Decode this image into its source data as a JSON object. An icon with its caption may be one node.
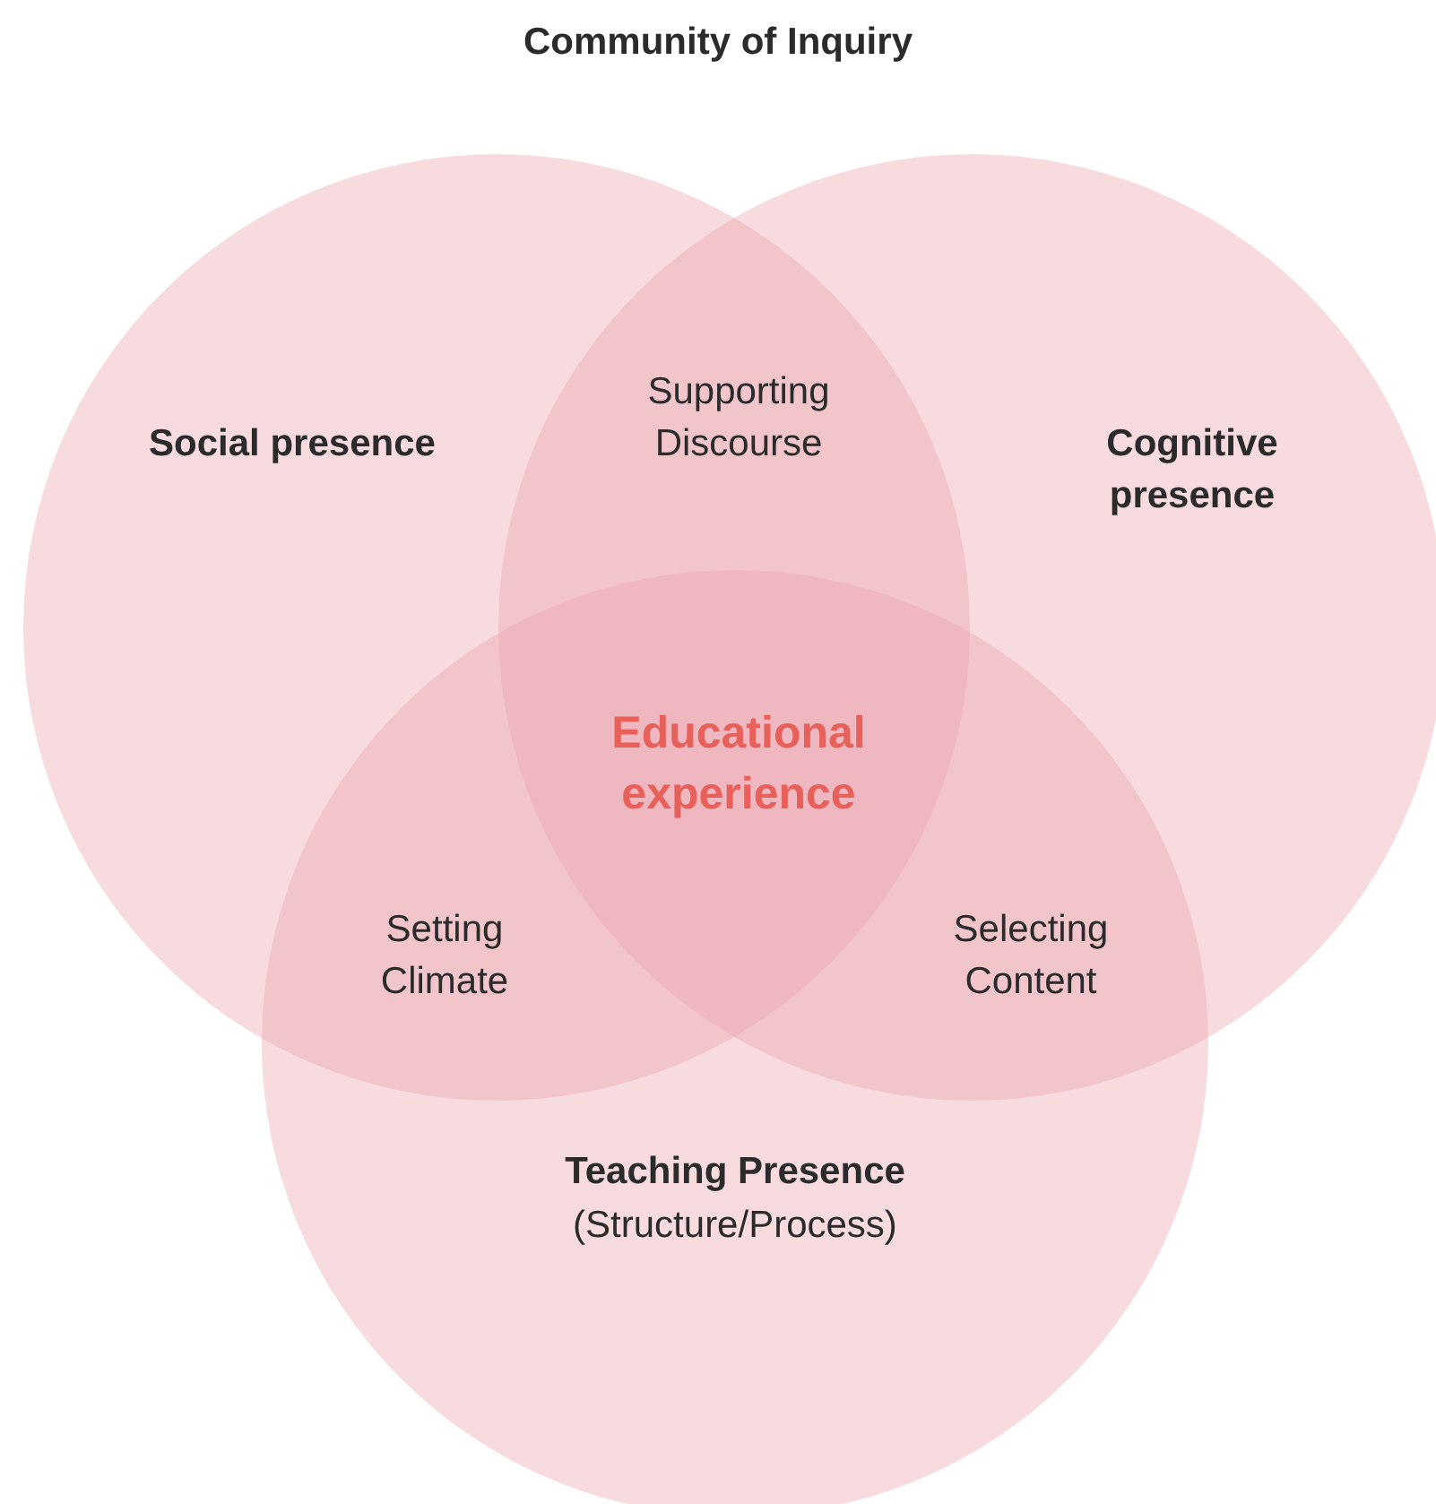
{
  "diagram": {
    "title": "Community of Inquiry",
    "nodes": [
      {
        "text": [
          "Social presence"
        ]
      },
      {
        "text": [
          "Cognitive presence"
        ]
      },
      {
        "text": [
          "Teaching Presence",
          "(Structure/Process)"
        ]
      }
    ],
    "labels": [
      "Supporting Discourse",
      "Educational experience",
      "Setting Climate",
      "Selecting Content"
    ]
  }
}
